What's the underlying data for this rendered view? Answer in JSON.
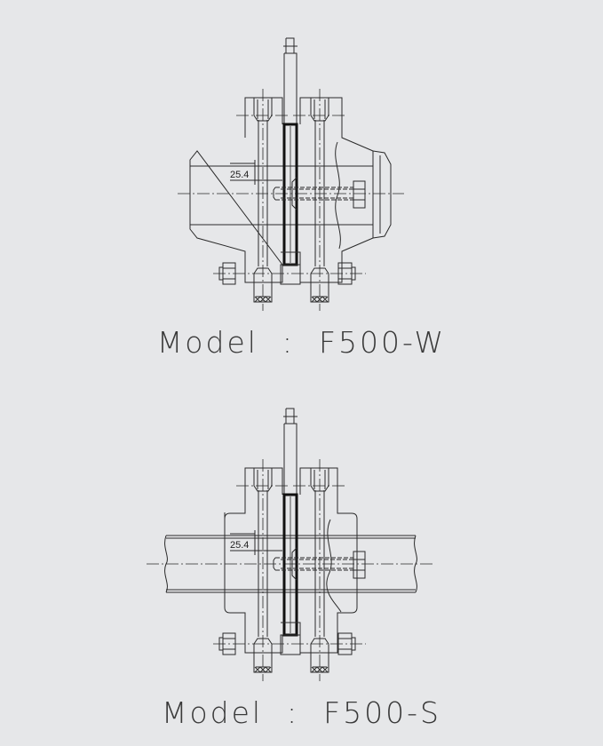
{
  "drawings": [
    {
      "id": "F500-W",
      "label": "Model  :  F500-W",
      "dimension": "25.4",
      "type": "weld-neck"
    },
    {
      "id": "F500-S",
      "label": "Model  :  F500-S",
      "dimension": "25.4",
      "type": "slip-on"
    }
  ],
  "colors": {
    "background": "#e6e7e9",
    "line": "#2a2a2a",
    "plate": "#111111"
  }
}
